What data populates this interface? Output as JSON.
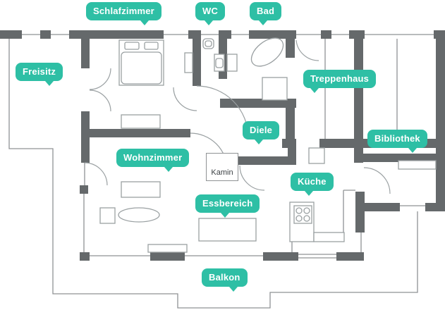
{
  "palette": {
    "label_background": "#2ebfa5",
    "label_text": "#ffffff",
    "wall": "#65696b",
    "thin_line": "#8f9294",
    "furniture_line": "#9aa0a2",
    "fireplace_text": "#3b4043",
    "background": "#ffffff"
  },
  "rooms": {
    "schlafzimmer": {
      "label": "Schlafzimmer"
    },
    "wc": {
      "label": "WC"
    },
    "bad": {
      "label": "Bad"
    },
    "freisitz": {
      "label": "Freisitz"
    },
    "treppenhaus": {
      "label": "Treppenhaus"
    },
    "diele": {
      "label": "Diele"
    },
    "bibliothek": {
      "label": "Bibliothek"
    },
    "wohnzimmer": {
      "label": "Wohnzimmer"
    },
    "kueche": {
      "label": "Küche"
    },
    "essbereich": {
      "label": "Essbereich"
    },
    "balkon": {
      "label": "Balkon"
    },
    "kamin": {
      "label": "Kamin"
    }
  }
}
